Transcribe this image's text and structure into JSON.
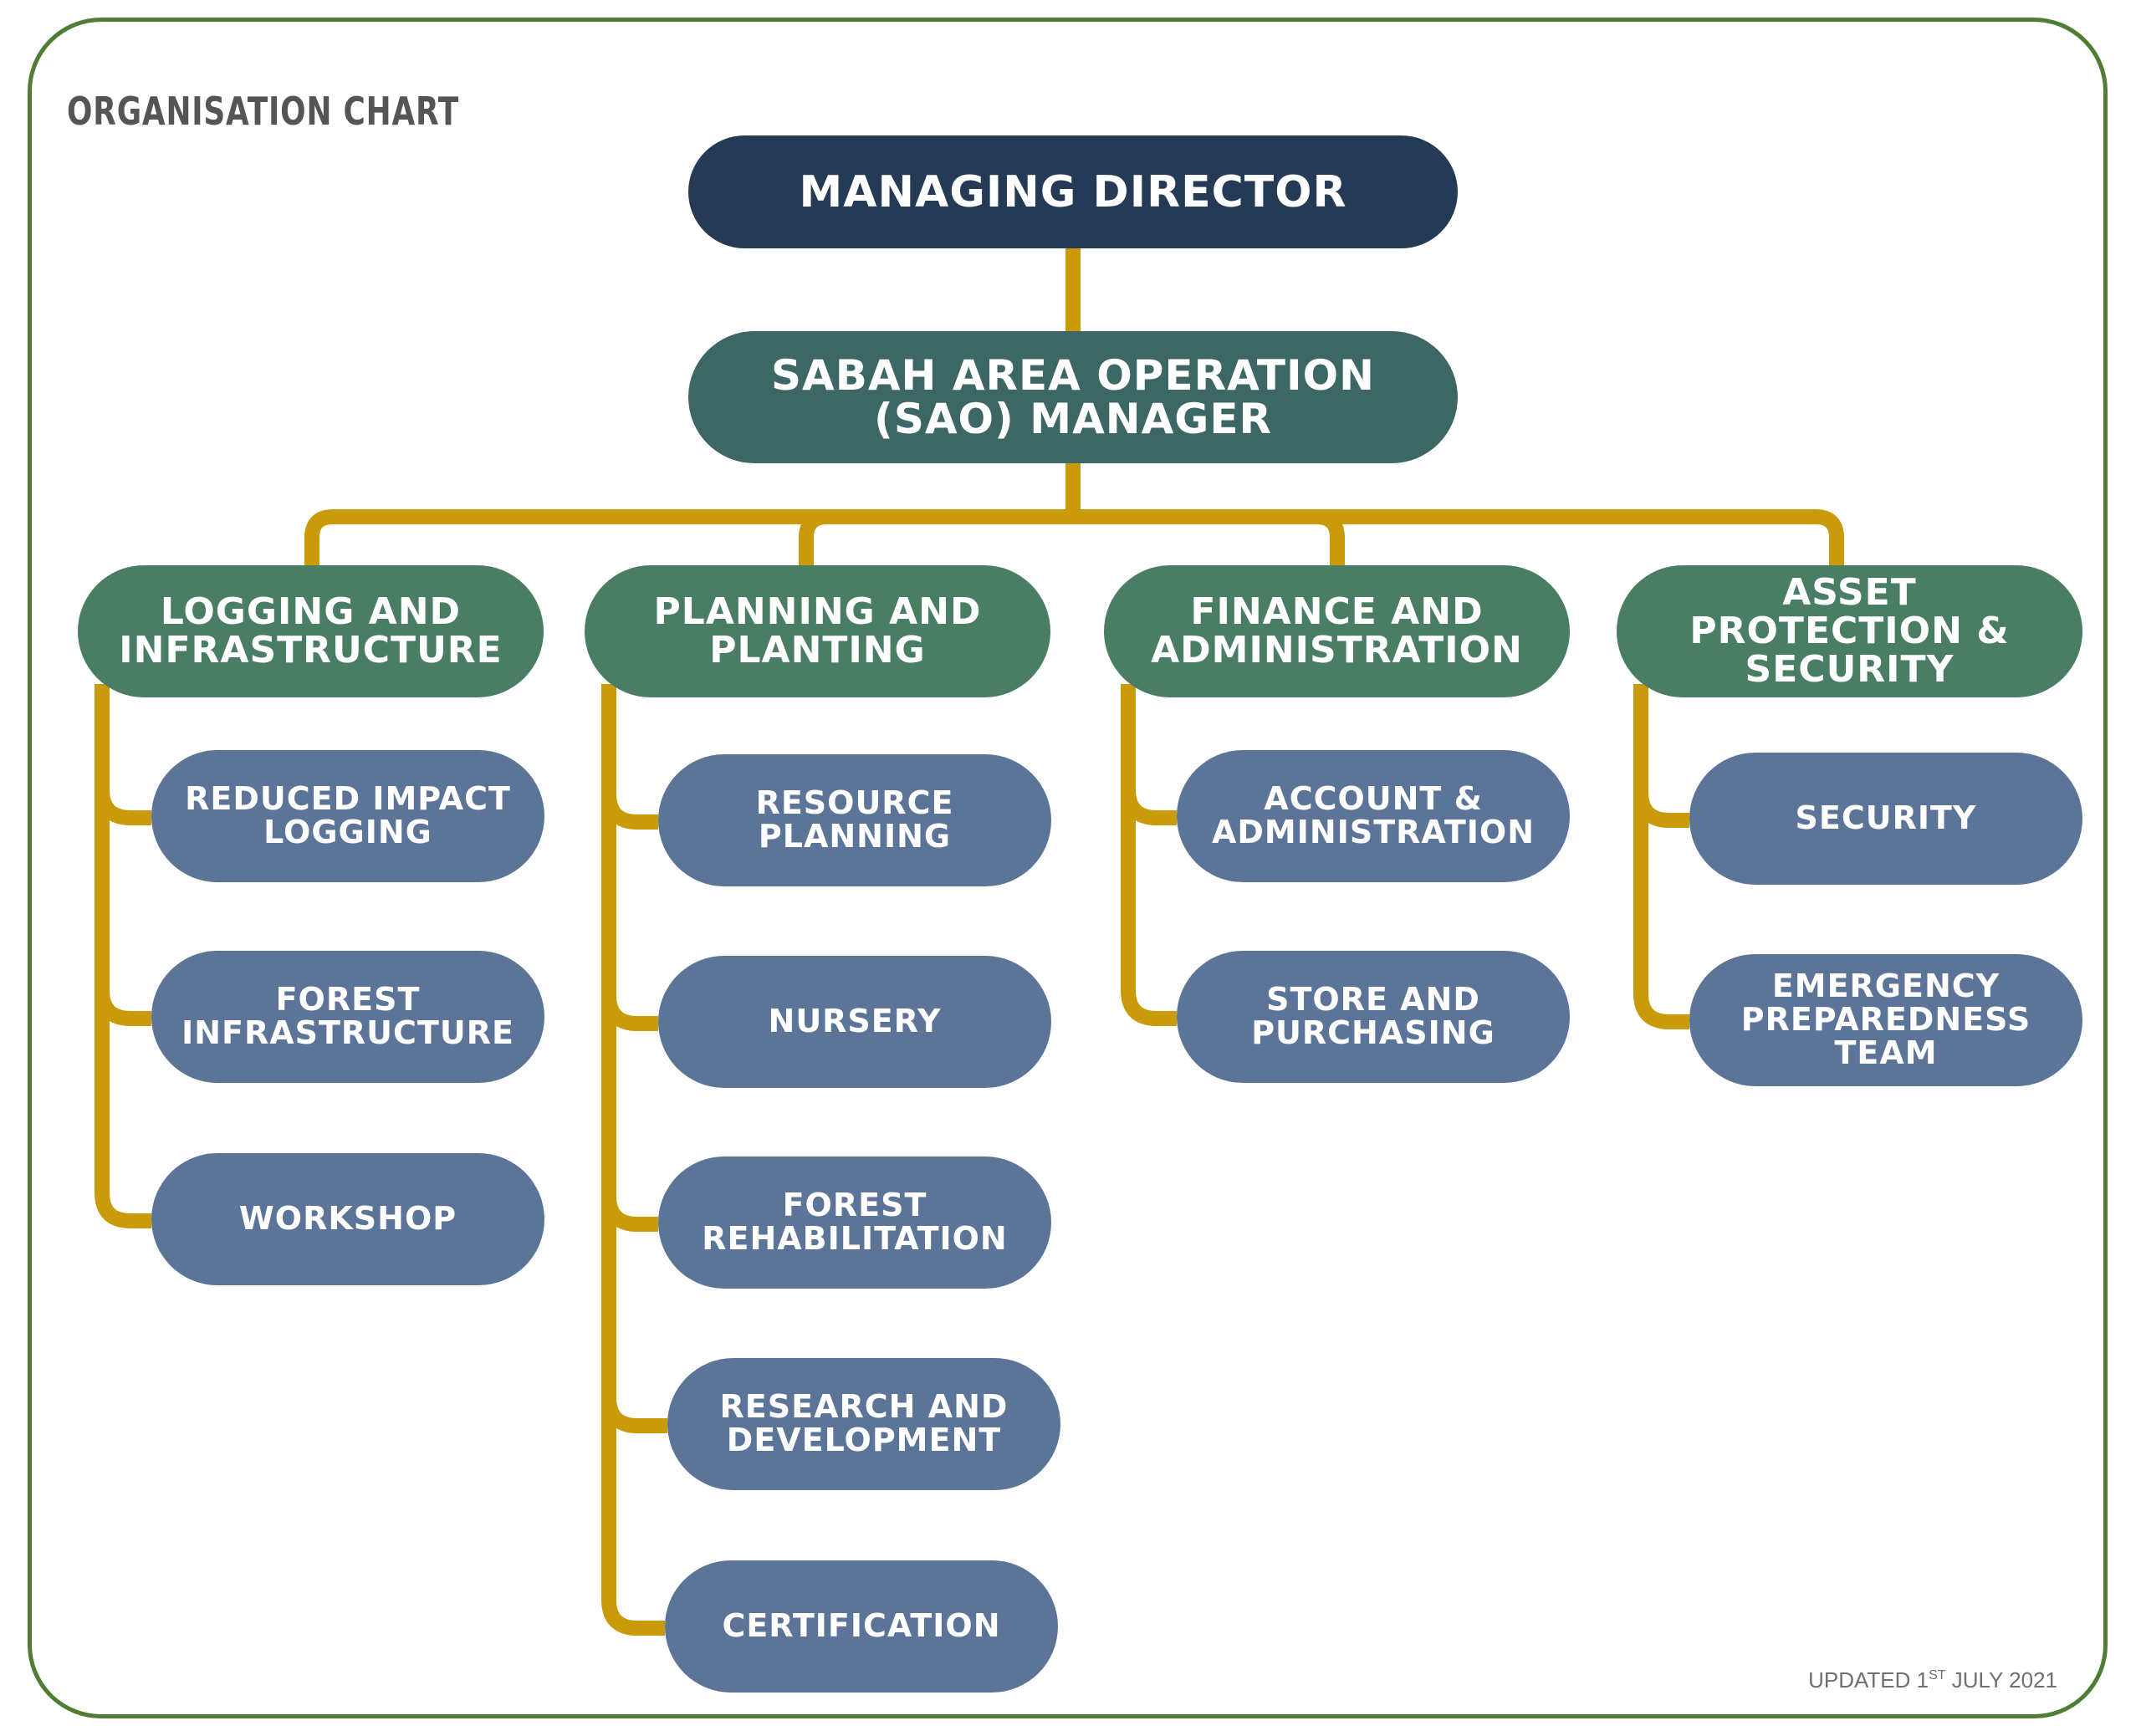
{
  "chart_title": "ORGANISATION CHART",
  "colors": {
    "frame": "#4f7d33",
    "connector": "#c99a0a",
    "top_node": "#243a55",
    "manager_node": "#3c6765",
    "department_node": "#4a7e64",
    "unit_node": "#5b7498"
  },
  "org": {
    "top": "MANAGING DIRECTOR",
    "manager": "SABAH AREA OPERATION\n(SAO) MANAGER",
    "departments": [
      {
        "label": "LOGGING AND\nINFRASTRUCTURE",
        "units": [
          "REDUCED IMPACT\nLOGGING",
          "FOREST\nINFRASTRUCTURE",
          "WORKSHOP"
        ]
      },
      {
        "label": "PLANNING AND\nPLANTING",
        "units": [
          "RESOURCE\nPLANNING",
          "NURSERY",
          "FOREST\nREHABILITATION",
          "RESEARCH AND\nDEVELOPMENT",
          "CERTIFICATION"
        ]
      },
      {
        "label": "FINANCE AND\nADMINISTRATION",
        "units": [
          "ACCOUNT &\nADMINISTRATION",
          "STORE AND\nPURCHASING"
        ]
      },
      {
        "label": "ASSET\nPROTECTION &\nSECURITY",
        "units": [
          "SECURITY",
          "EMERGENCY\nPREPAREDNESS\nTEAM"
        ]
      }
    ]
  },
  "footer": {
    "prefix": "UPDATED 1",
    "superscript": "ST",
    "suffix": " JULY 2021"
  }
}
